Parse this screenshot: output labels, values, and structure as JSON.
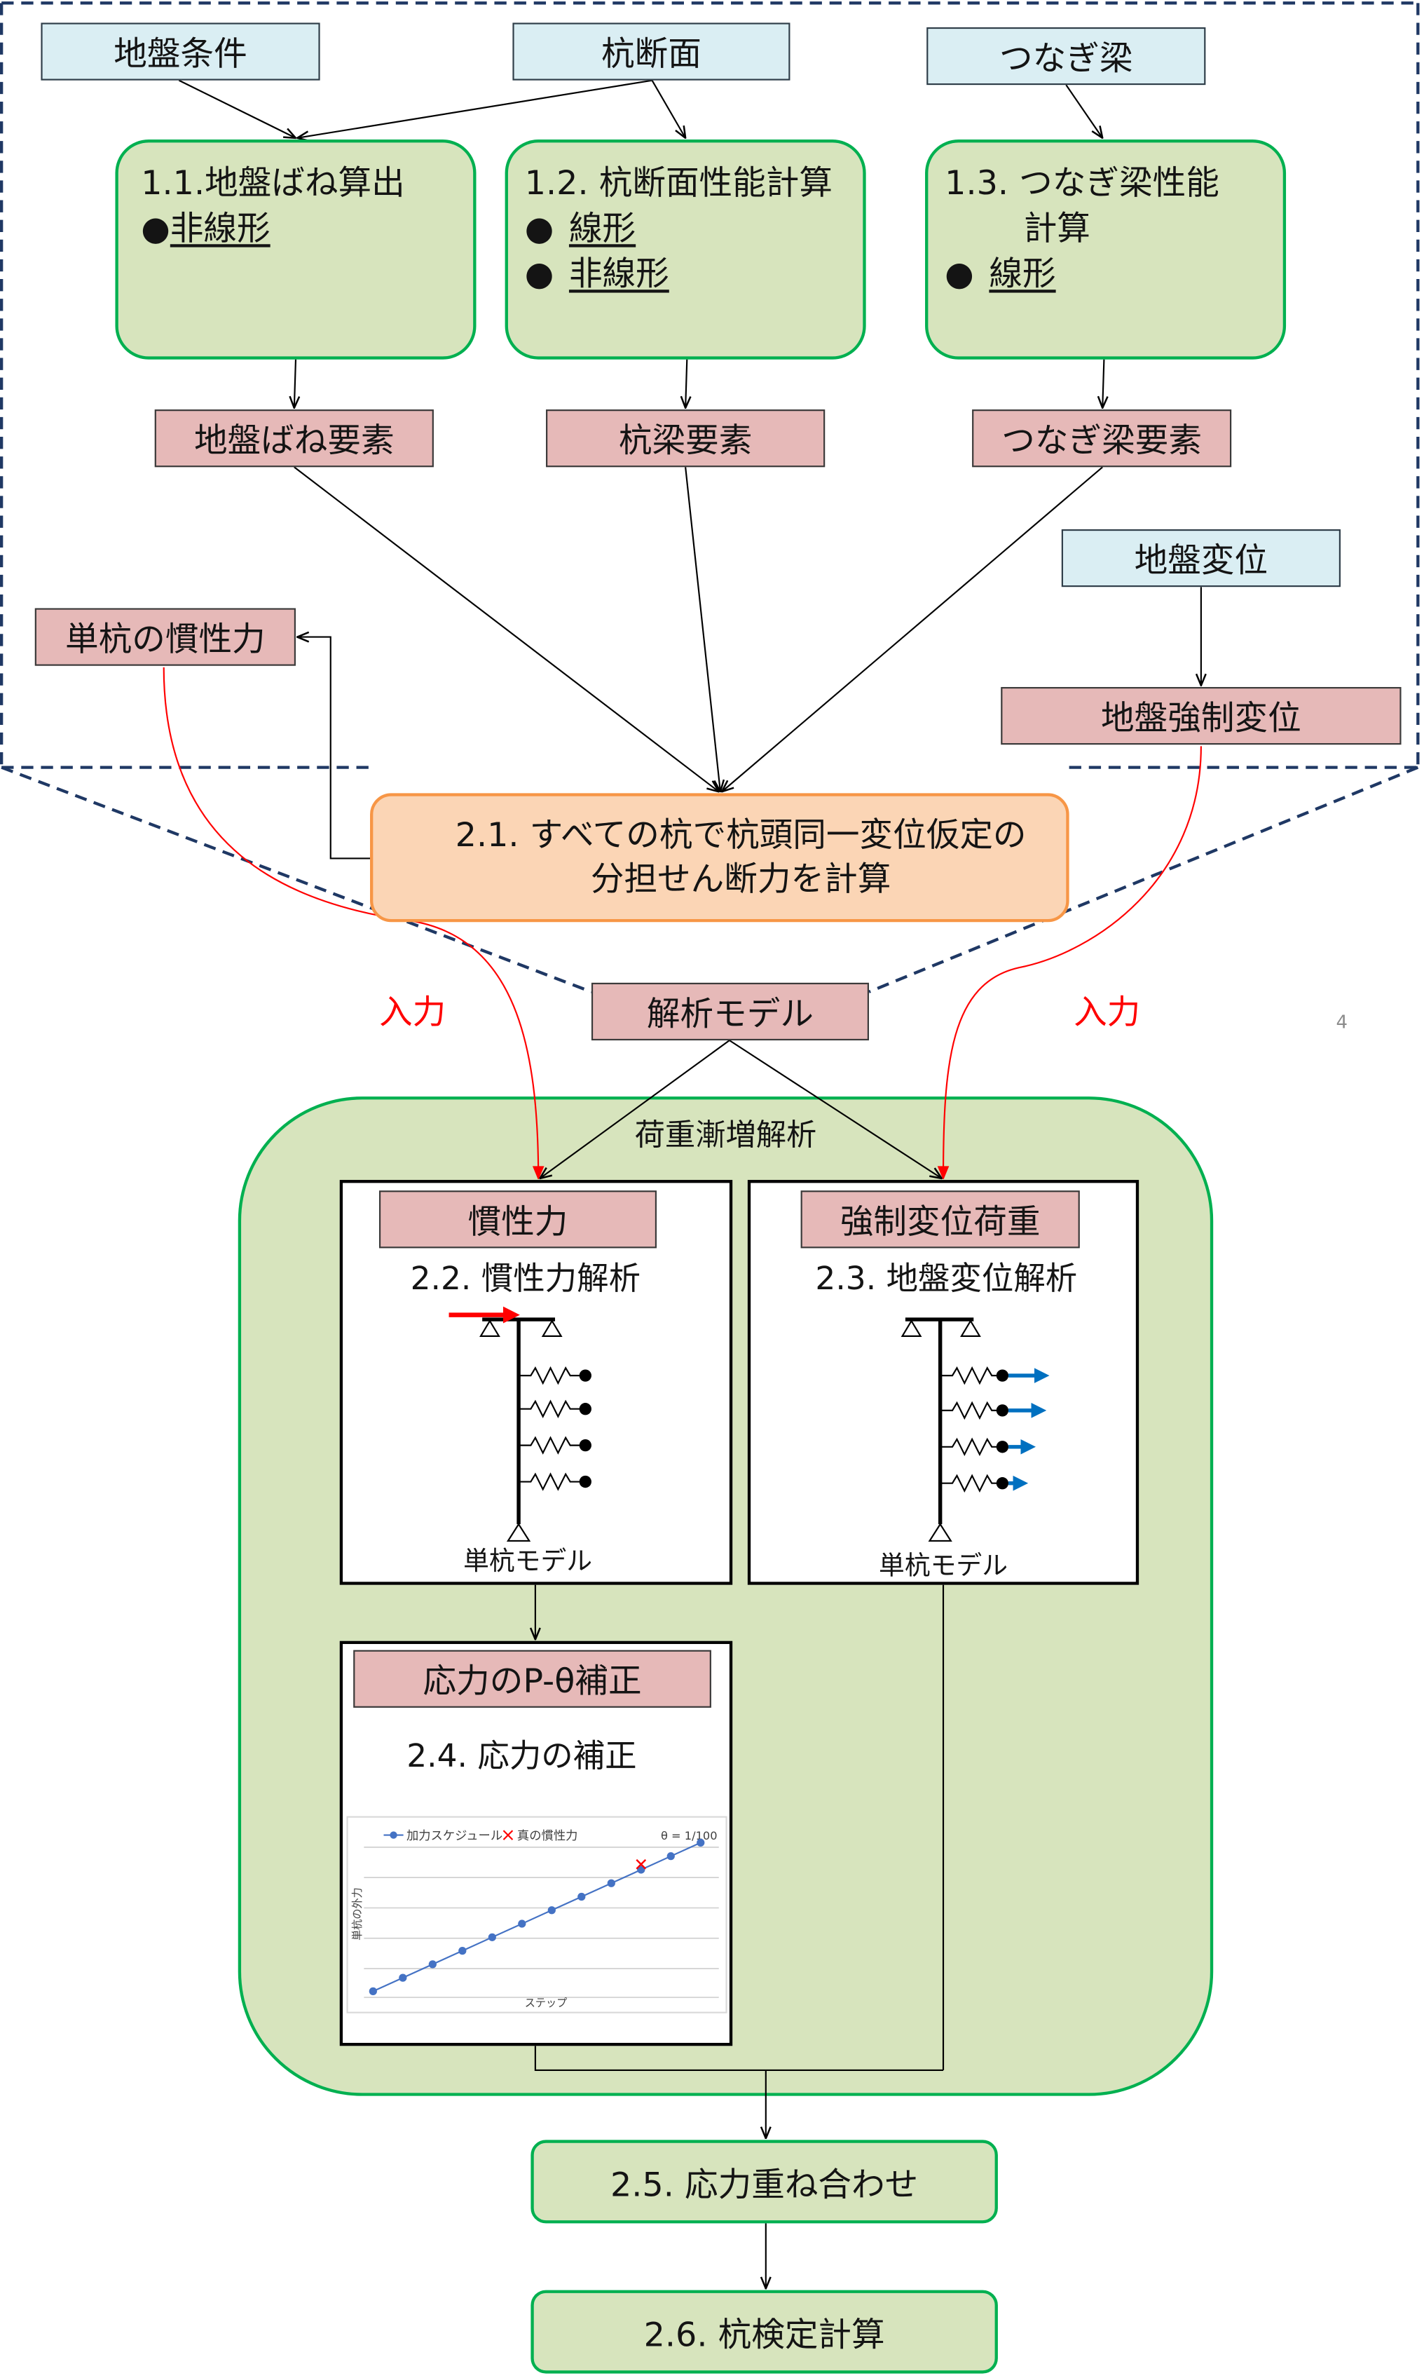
{
  "colors": {
    "input_fill": "#DAEEF3",
    "element_fill": "#E6B9B8",
    "process_fill": "#D7E4BD",
    "process_border": "#00B050",
    "shear_fill": "#FBD5B5",
    "shear_border": "#F79646",
    "frame_dash": "#1F3864",
    "input_arrow": "#FF0000",
    "load_arrow": "#0070C0"
  },
  "inputs": {
    "ground_conditions": "地盤条件",
    "pile_section": "杭断面",
    "tie_beam": "つなぎ梁",
    "ground_displacement": "地盤変位"
  },
  "calc_steps": {
    "ground_spring": {
      "title": "1.1.地盤ばね算出",
      "items": [
        {
          "bullet": "●",
          "text": "非線形"
        }
      ]
    },
    "pile_section": {
      "title": "1.2. 杭断面性能計算",
      "items": [
        {
          "bullet": "●",
          "text": "線形"
        },
        {
          "bullet": "●",
          "text": "非線形"
        }
      ]
    },
    "tie_beam": {
      "title_line1": "1.3. つなぎ梁性能",
      "title_line2": "計算",
      "items": [
        {
          "bullet": "●",
          "text": "線形"
        }
      ]
    }
  },
  "elements": {
    "ground_spring": "地盤ばね要素",
    "pile_beam": "杭梁要素",
    "tie_beam": "つなぎ梁要素",
    "single_pile_inertia": "単杭の慣性力",
    "ground_forced_displacement": "地盤強制変位",
    "analysis_model": "解析モデル"
  },
  "shear_distribution": {
    "line1": "2.1. すべての杭で杭頭同一変位仮定の",
    "line2": "分担せん断力を計算"
  },
  "input_labels": {
    "left": "入力",
    "right": "入力"
  },
  "page_number": "4",
  "pushover": {
    "title": "荷重漸増解析",
    "inertia": {
      "tag": "慣性力",
      "title": "2.2. 慣性力解析",
      "model": "単杭モデル"
    },
    "ground_disp": {
      "tag": "強制変位荷重",
      "title": "2.3. 地盤変位解析",
      "model": "単杭モデル"
    },
    "correction": {
      "tag": "応力のP-θ補正",
      "title": "2.4. 応力の補正"
    }
  },
  "final_steps": {
    "superposition": "2.5. 応力重ね合わせ",
    "check": "2.6. 杭検定計算"
  },
  "chart_data": {
    "type": "line",
    "xlabel": "ステップ",
    "ylabel": "単杭の外力",
    "annotation": "θ = 1/100",
    "grid": true,
    "legend_position": "top",
    "x": [
      1,
      2,
      3,
      4,
      5,
      6,
      7,
      8,
      9,
      10,
      11,
      12
    ],
    "series": [
      {
        "name": "加力スケジュール",
        "values": [
          1,
          2,
          3,
          4,
          5,
          6,
          7,
          8,
          9,
          10,
          11,
          12
        ],
        "color": "#4472C4",
        "marker": "circle"
      },
      {
        "name": "真の慣性力",
        "x": [
          10
        ],
        "values": [
          10.4
        ],
        "color": "#FF0000",
        "marker": "x"
      }
    ]
  }
}
